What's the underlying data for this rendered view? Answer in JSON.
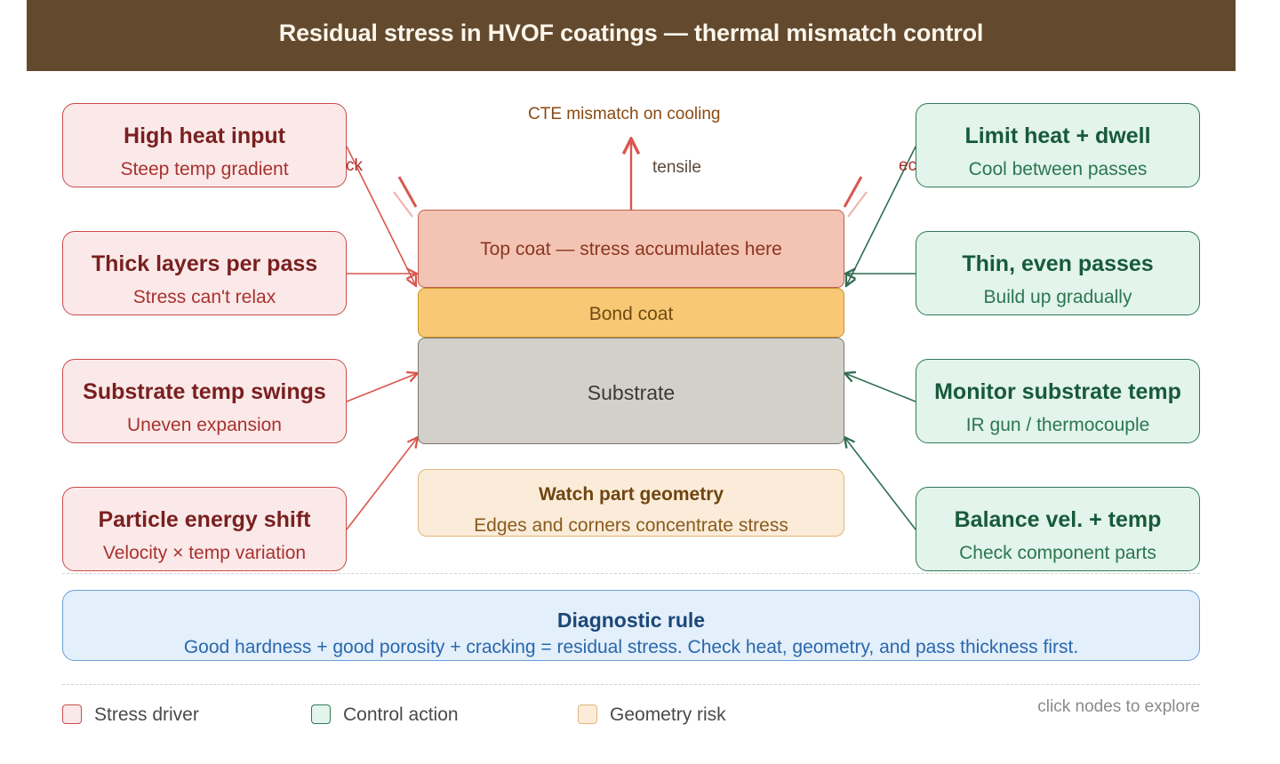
{
  "title": "Residual stress in HVOF coatings — thermal mismatch control",
  "stack": {
    "top_coat": "Top coat — stress accumulates here",
    "bond_coat": "Bond coat",
    "substrate": "Substrate"
  },
  "annotations": {
    "cte": "CTE mismatch on cooling",
    "tensile": "tensile",
    "crack_left": "ck",
    "crack_right": "ec"
  },
  "drivers": [
    {
      "title": "High heat input",
      "subtitle": "Steep temp gradient"
    },
    {
      "title": "Thick layers per pass",
      "subtitle": "Stress can't relax"
    },
    {
      "title": "Substrate temp swings",
      "subtitle": "Uneven expansion"
    },
    {
      "title": "Particle energy shift",
      "subtitle": "Velocity × temp variation"
    }
  ],
  "controls": [
    {
      "title": "Limit heat + dwell",
      "subtitle": "Cool between passes"
    },
    {
      "title": "Thin, even passes",
      "subtitle": "Build up gradually"
    },
    {
      "title": "Monitor substrate temp",
      "subtitle": "IR gun / thermocouple"
    },
    {
      "title": "Balance vel. + temp",
      "subtitle": "Check component parts"
    }
  ],
  "geometry": {
    "title": "Watch part geometry",
    "subtitle": "Edges and corners concentrate stress"
  },
  "diagnostic": {
    "title": "Diagnostic rule",
    "text": "Good hardness + good porosity + cracking = residual stress. Check heat, geometry, and pass thickness first."
  },
  "legend": [
    {
      "label": "Stress driver",
      "color": "#fbe9e9",
      "border": "#c94b4b"
    },
    {
      "label": "Control action",
      "color": "#e2f4ec",
      "border": "#2f7a57"
    },
    {
      "label": "Geometry risk",
      "color": "#fbecd9",
      "border": "#e1b57c"
    }
  ],
  "hint": "click nodes to explore",
  "colors": {
    "header": "#634a2e",
    "driver_edge": "#d9574f",
    "control_edge": "#2f6e52",
    "tensile_arrow": "#d9574f"
  }
}
